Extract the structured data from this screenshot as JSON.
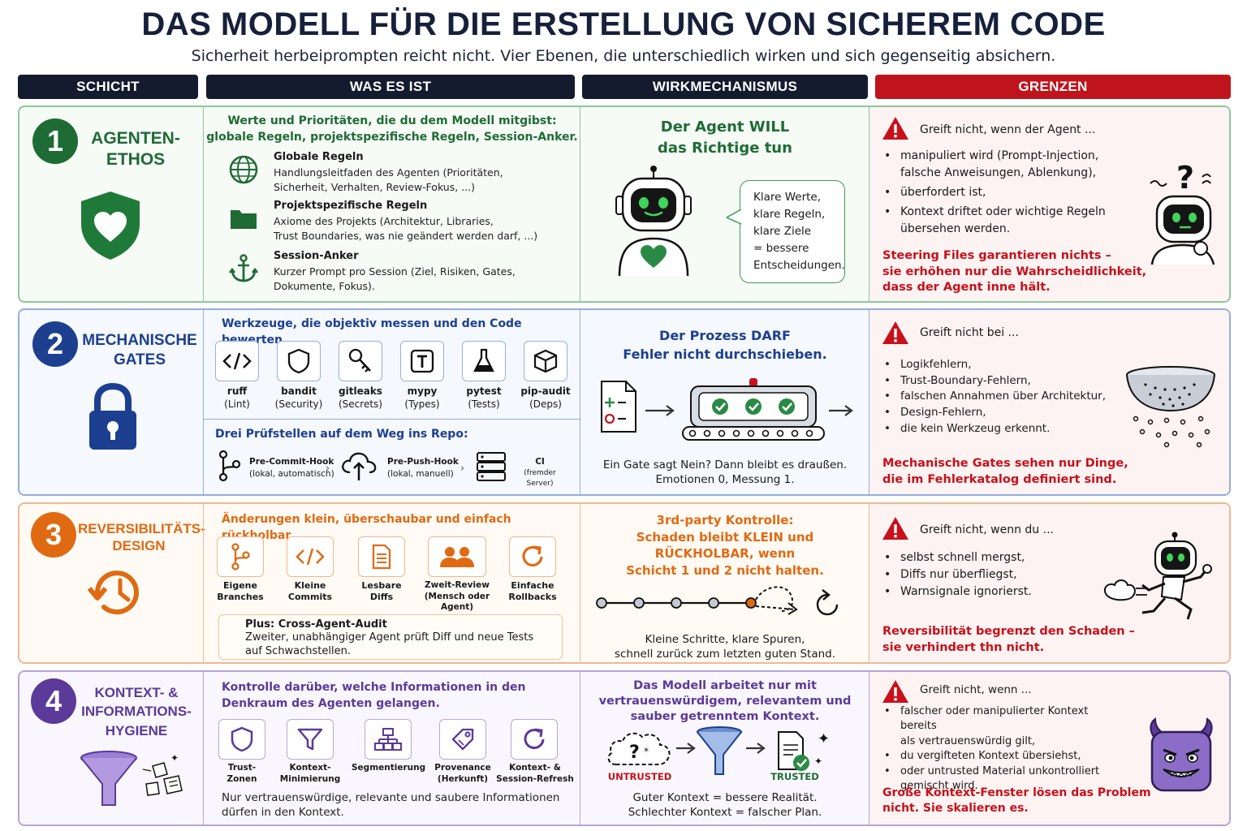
{
  "title": "DAS MODELL FÜR DIE ERSTELLUNG VON SICHEREM CODE",
  "subtitle": "Sicherheit herbeiprompten reicht nicht. Vier Ebenen, die unterschiedlich wirken und sich gegenseitig absichern.",
  "headers": {
    "layer": "SCHICHT",
    "what": "WAS ES IST",
    "mechanism": "WIRKMECHANISMUS",
    "limits": "GRENZEN"
  },
  "colors": {
    "green": "#1f6b35",
    "blue": "#1c3f8f",
    "orange": "#e06a12",
    "purple": "#5b3a99",
    "red": "#c8101b",
    "header": "#141b2e"
  },
  "rows": [
    {
      "num": "1",
      "name": "AGENTEN-\nETHOS",
      "icon": "shield-heart-icon",
      "intro": "Werte und Prioritäten, die du dem Modell mitgibst:\nglobale Regeln, projektspezifische Regeln, Session-Anker.",
      "items": [
        {
          "icon": "globe-icon",
          "title": "Globale Regeln",
          "desc": "Handlungsleitfaden des Agenten (Prioritäten,\nSicherheit, Verhalten, Review-Fokus, ...)"
        },
        {
          "icon": "folder-icon",
          "title": "Projektspezifische Regeln",
          "desc": "Axiome des Projekts (Architektur, Libraries,\nTrust Boundaries, was nie geändert werden darf, ...)"
        },
        {
          "icon": "anchor-icon",
          "title": "Session-Anker",
          "desc": "Kurzer Prompt pro Session (Ziel, Risiken, Gates,\nDokumente, Fokus)."
        }
      ],
      "mechanism": "Der Agent WILL\ndas Richtige tun",
      "speech": "Klare Werte,\nklare Regeln,\nklare Ziele\n= bessere\nEntscheidungen.",
      "limits_lead": "Greift nicht, wenn der Agent ...",
      "limits": [
        "manipuliert wird (Prompt-Injection,\nfalsche Anweisungen, Ablenkung),",
        "überfordert ist,",
        "Kontext driftet oder wichtige Regeln\nübersehen werden."
      ],
      "limits_foot": "Steering Files garantieren nichts –\nsie erhöhen nur die Wahrscheidlichkeit,\ndass der Agent inne hält."
    },
    {
      "num": "2",
      "name": "MECHANISCHE\nGATES",
      "icon": "padlock-icon",
      "intro": "Werkzeuge, die objektiv messen und den Code bewerten.",
      "tools": [
        {
          "icon": "code-icon",
          "name": "ruff",
          "sub": "(Lint)"
        },
        {
          "icon": "shield-icon",
          "name": "bandit",
          "sub": "(Security)"
        },
        {
          "icon": "key-icon",
          "name": "gitleaks",
          "sub": "(Secrets)"
        },
        {
          "icon": "type-icon",
          "name": "mypy",
          "sub": "(Types)"
        },
        {
          "icon": "flask-icon",
          "name": "pytest",
          "sub": "(Tests)"
        },
        {
          "icon": "package-icon",
          "name": "pip-audit",
          "sub": "(Deps)"
        }
      ],
      "checkpoints_title": "Drei Prüfstellen auf dem Weg ins Repo:",
      "checkpoints": [
        {
          "icon": "branch-icon",
          "name": "Pre-Commit-Hook",
          "sub": "(lokal, automatisch)"
        },
        {
          "icon": "cloud-upload-icon",
          "name": "Pre-Push-Hook",
          "sub": "(lokal, manuell)"
        },
        {
          "icon": "server-icon",
          "name": "CI",
          "sub": "(fremder Server)"
        }
      ],
      "mechanism": "Der Prozess DARF\nFehler nicht durchschieben.",
      "caption": "Ein Gate sagt Nein? Dann bleibt es draußen.\nEmotionen 0, Messung 1.",
      "limits_lead": "Greift nicht bei ...",
      "limits": [
        "Logikfehlern,",
        "Trust-Boundary-Fehlern,",
        "falschen Annahmen über Architektur,",
        "Design-Fehlern,",
        "die kein Werkzeug erkennt."
      ],
      "limits_foot": "Mechanische Gates sehen nur Dinge,\ndie im Fehlerkatalog definiert sind."
    },
    {
      "num": "3",
      "name": "REVERSIBILITÄTS-\nDESIGN",
      "icon": "history-icon",
      "intro": "Änderungen klein, überschaubar und einfach rückholbar.",
      "steps": [
        {
          "icon": "branch-icon",
          "label": "Eigene\nBranches"
        },
        {
          "icon": "code-icon",
          "label": "Kleine\nCommits"
        },
        {
          "icon": "document-icon",
          "label": "Lesbare\nDiffs"
        },
        {
          "icon": "people-icon",
          "label": "Zweit-Review\n(Mensch oder\nAgent)"
        },
        {
          "icon": "refresh-icon",
          "label": "Einfache\nRollbacks"
        }
      ],
      "audit_title": "Plus: Cross-Agent-Audit",
      "audit_desc": "Zweiter, unabhängiger Agent prüft Diff und neue Tests\nauf Schwachstellen.",
      "mechanism": "3rd-party Kontrolle:\nSchaden bleibt KLEIN und\nRÜCKHOLBAR, wenn\nSchicht 1 und 2 nicht halten.",
      "caption": "Kleine Schritte, klare Spuren,\nschnell zurück zum letzten guten Stand.",
      "limits_lead": "Greift nicht, wenn du ...",
      "limits": [
        "selbst schnell mergst,",
        "Diffs nur überfliegst,",
        "Warnsignale ignorierst."
      ],
      "limits_foot": "Reversibilität begrenzt den Schaden –\nsie verhindert thn nicht."
    },
    {
      "num": "4",
      "name": "KONTEXT- &\nINFORMATIONS-\nHYGIENE",
      "icon": "funnel-icon",
      "intro": "Kontrolle darüber, welche Informationen in den\nDenkraum des Agenten gelangen.",
      "steps": [
        {
          "icon": "shield-icon",
          "label": "Trust-\nZonen"
        },
        {
          "icon": "funnel-icon",
          "label": "Kontext-\nMinimierung"
        },
        {
          "icon": "hierarchy-icon",
          "label": "Segmentierung"
        },
        {
          "icon": "tag-icon",
          "label": "Provenance\n(Herkunft)"
        },
        {
          "icon": "refresh-icon",
          "label": "Kontext- &\nSession-Refresh"
        }
      ],
      "footer": "Nur vertrauenswürdige, relevante und saubere Informationen\ndürfen in den Kontext.",
      "mechanism": "Das Modell arbeitet nur mit\nvertrauenswürdigem, relevantem und\nsauber getrenntem Kontext.",
      "untrusted": "UNTRUSTED",
      "trusted": "TRUSTED",
      "caption": "Guter Kontext = bessere Realität.\nSchlechter Kontext = falscher Plan.",
      "limits_lead": "Greift nicht, wenn ...",
      "limits": [
        "falscher oder manipulierter Kontext bereits\nals vertrauenswürdig gilt,",
        "du vergifteten Kontext übersiehst,",
        "oder untrusted Material unkontrolliert\ngemischt wird."
      ],
      "limits_foot": "Große Kontext-Fenster lösen das Problem\nnicht. Sie skalieren es."
    }
  ]
}
